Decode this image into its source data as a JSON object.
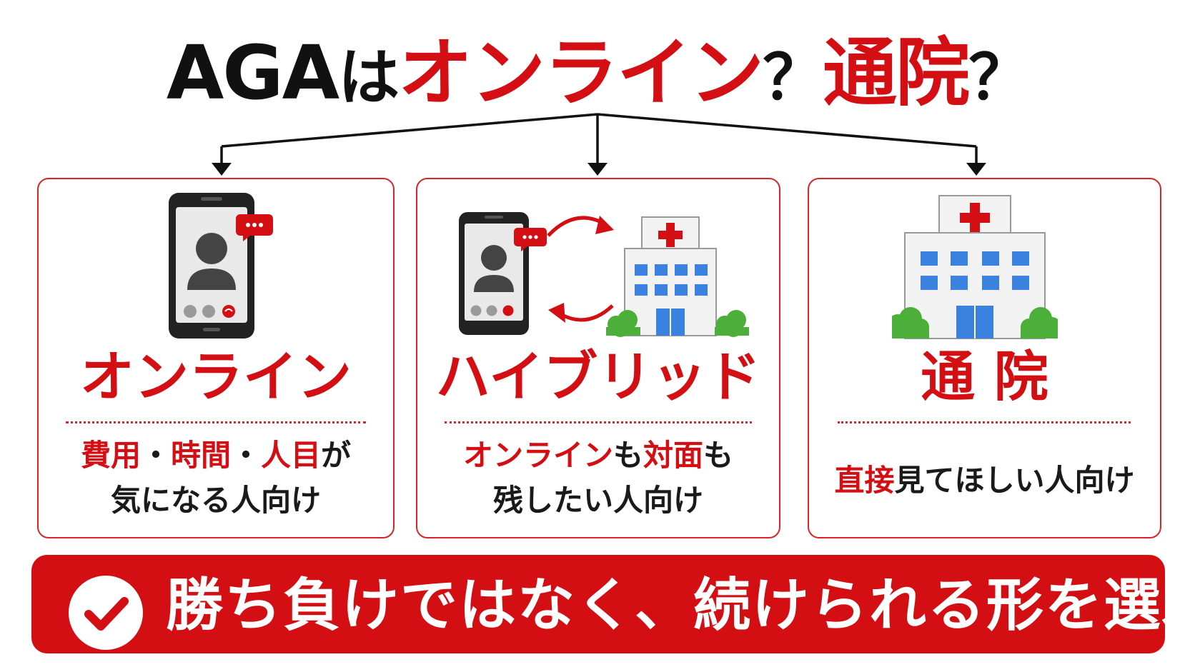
{
  "title": {
    "part1": "AGA",
    "part2": "は",
    "part3": "オンライン",
    "part4": "？",
    "part5": "通院",
    "part6": "？"
  },
  "cards": [
    {
      "title": "オンライン",
      "lines": [
        [
          {
            "text": "費用",
            "red": true
          },
          {
            "text": "・",
            "red": false
          },
          {
            "text": "時間",
            "red": true
          },
          {
            "text": "・",
            "red": false
          },
          {
            "text": "人目",
            "red": true
          },
          {
            "text": "が",
            "red": false
          }
        ],
        [
          {
            "text": "気になる人向け",
            "red": false
          }
        ]
      ]
    },
    {
      "title": "ハイブリッド",
      "lines": [
        [
          {
            "text": "オンライン",
            "red": true
          },
          {
            "text": "も",
            "red": false
          },
          {
            "text": "対面",
            "red": true
          },
          {
            "text": "も",
            "red": false
          }
        ],
        [
          {
            "text": "残したい人向け",
            "red": false
          }
        ]
      ]
    },
    {
      "title": "通 院",
      "lines": [
        [
          {
            "text": "直接",
            "red": true
          },
          {
            "text": "見てほしい人向け",
            "red": false
          }
        ]
      ]
    }
  ],
  "banner": {
    "text": "勝ち負けではなく、続けられる形を選ぶ"
  },
  "icons": {
    "check": "checkmark-icon",
    "phone": "smartphone-video-call-icon",
    "hospital": "hospital-building-icon",
    "arrows": "exchange-arrows-icon"
  },
  "colors": {
    "accent_red": "#d40f14",
    "text_black": "#111111",
    "phone_dark": "#222222",
    "hospital_blue": "#3b82e0",
    "tree_green": "#4caf3a"
  }
}
